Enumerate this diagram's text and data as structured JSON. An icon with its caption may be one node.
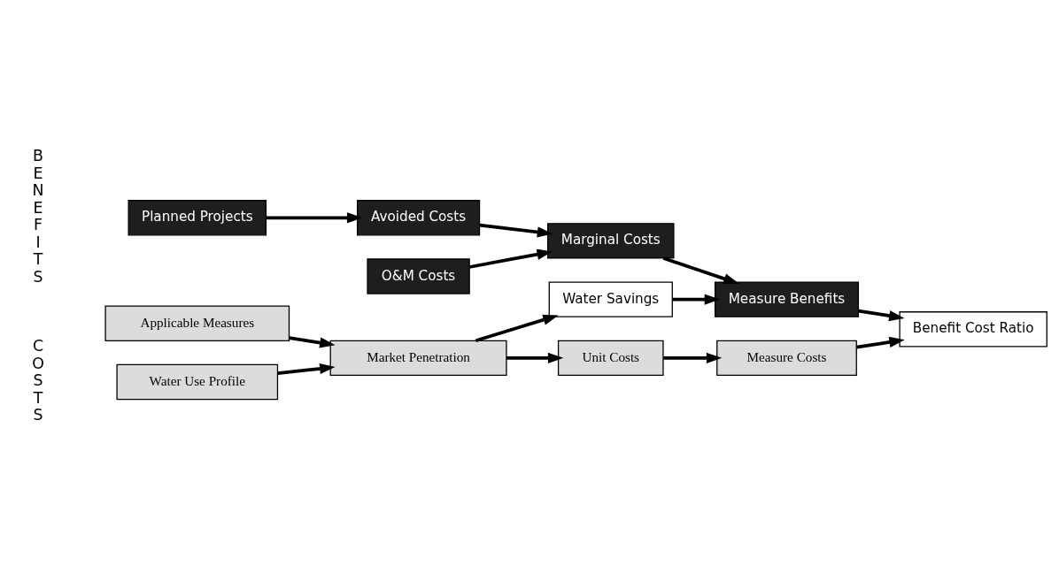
{
  "diagram": {
    "nodes": [
      {
        "text": [
          "Water Use Profile"
        ]
      },
      {
        "text": [
          "Applicable Measures"
        ]
      },
      {
        "text": [
          "Market Penetration"
        ]
      },
      {
        "text": [
          "Unit Costs"
        ]
      },
      {
        "text": [
          "Measure Costs"
        ]
      },
      {
        "text": [
          "Water Savings"
        ]
      },
      {
        "text": [
          "Benefit Cost Ratio"
        ]
      },
      {
        "text": [
          "Planned Projects"
        ]
      },
      {
        "text": [
          "Avoided Costs"
        ]
      },
      {
        "text": [
          "O&M Costs"
        ]
      },
      {
        "text": [
          "Marginal Costs"
        ]
      },
      {
        "text": [
          "Measure Benefits"
        ]
      }
    ],
    "edges": [
      {
        "from": 0,
        "to": 2,
        "arrow": "to"
      },
      {
        "from": 1,
        "to": 2,
        "arrow": "to"
      },
      {
        "from": 2,
        "to": 3,
        "arrow": "to"
      },
      {
        "from": 2,
        "to": 5,
        "arrow": "to"
      },
      {
        "from": 3,
        "to": 4,
        "arrow": "to"
      },
      {
        "from": 4,
        "to": 6,
        "arrow": "to"
      },
      {
        "from": 7,
        "to": 8,
        "arrow": "to"
      },
      {
        "from": 8,
        "to": 10,
        "arrow": "to"
      },
      {
        "from": 9,
        "to": 10,
        "arrow": "to"
      },
      {
        "from": 5,
        "to": 11,
        "arrow": "to"
      },
      {
        "from": 10,
        "to": 11,
        "arrow": "to"
      },
      {
        "from": 11,
        "to": 6,
        "arrow": "to"
      }
    ],
    "labels": [
      "COSTS",
      "BENEFITS"
    ]
  }
}
